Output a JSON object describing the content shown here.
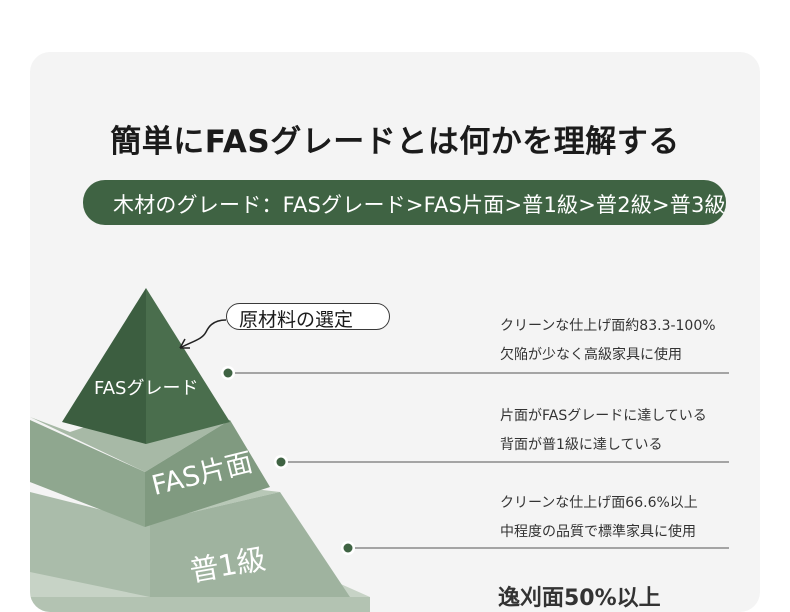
{
  "title": "簡単にFASグレードとは何かを理解する",
  "banner": {
    "text": "木材のグレード：FASグレード>FAS片面>普1級>普2級>普3級"
  },
  "callout": "原材料の選定",
  "pyramid": {
    "levels": [
      {
        "label": "FASグレード",
        "lines": [
          "クリーンな仕上げ面約83.3-100%",
          "欠陥が少なく高級家具に使用"
        ]
      },
      {
        "label": "FAS片面",
        "lines": [
          "片面がFASグレードに達している",
          "背面が普1級に達している"
        ]
      },
      {
        "label": "普1級",
        "lines": [
          "クリーンな仕上げ面66.6%以上",
          "中程度の品質で標準家具に使用"
        ]
      },
      {
        "label": "",
        "lines": [
          "逸刈面50%以上"
        ]
      }
    ]
  },
  "colors": {
    "banner": "#3f6343",
    "apex": "#3f6343",
    "tier2": "#809a80",
    "tier3": "#9fb39f",
    "tier4": "#b7c6b6",
    "dot": "#3f6343",
    "card": "#f4f4f4"
  }
}
